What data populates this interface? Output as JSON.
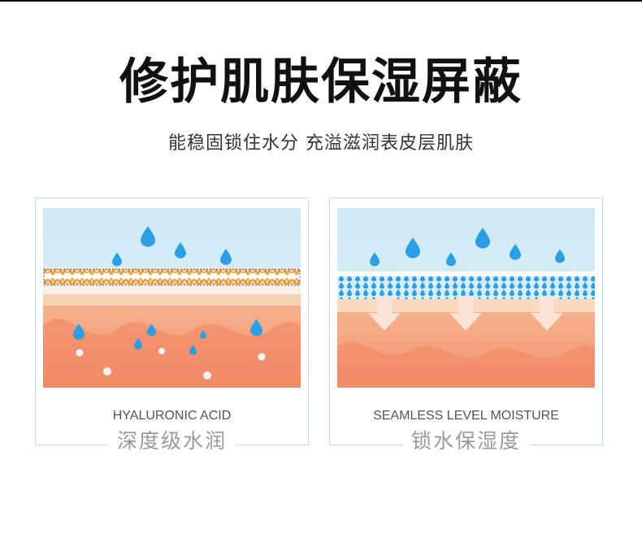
{
  "header": {
    "title": "修护肌肤保湿屏蔽",
    "subtitle": "能稳固锁住水分 充溢滋润表皮层肌肤"
  },
  "cards": [
    {
      "label_en": "HYALURONIC ACID",
      "label_cn": "深度级水润"
    },
    {
      "label_en": "SEAMLESS LEVEL MOISTURE",
      "label_cn": "锁水保湿度"
    }
  ],
  "colors": {
    "sky": "#d3eef8",
    "drop": "#2a9fe5",
    "skin_top": "#f8c9a4",
    "skin_mid": "#f3a07e",
    "skin_deep": "#f08c68",
    "helix": "#f1a43a",
    "frame": "#bfe3e3"
  }
}
